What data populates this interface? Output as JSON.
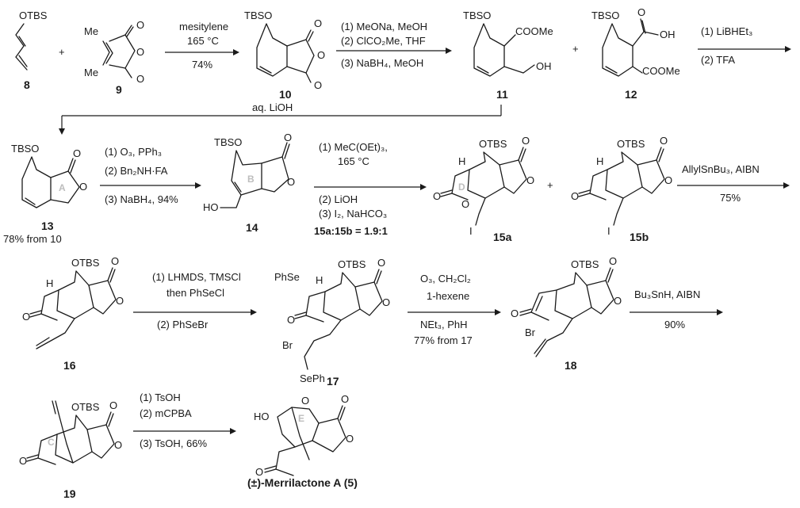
{
  "compounds": {
    "c8": "8",
    "c9": "9",
    "c10": "10",
    "c11": "11",
    "c12": "12",
    "c13": "13",
    "c13_yield": "78% from 10",
    "c14": "14",
    "c15a": "15a",
    "c15b": "15b",
    "c15_ratio": "15a:15b = 1.9:1",
    "c16": "16",
    "c17": "17",
    "c18": "18",
    "c19": "19",
    "c5": "(±)-Merrilactone A (5)"
  },
  "atoms": {
    "OTBS": "OTBS",
    "TBSO": "TBSO",
    "Me": "Me",
    "O": "O",
    "OH": "OH",
    "HO": "HO",
    "COOMe": "COOMe",
    "H": "H",
    "I": "I",
    "Br": "Br",
    "PhSe": "PhSe",
    "SePh": "SePh",
    "plus": "+"
  },
  "rings": {
    "A": "A",
    "B": "B",
    "D": "D",
    "C": "C",
    "E": "E"
  },
  "conditions": {
    "step1": [
      "mesitylene",
      "165 °C",
      "74%"
    ],
    "step2": [
      "(1) MeONa, MeOH",
      "(2) ClCO₂Me, THF",
      "(3) NaBH₄, MeOH"
    ],
    "step3": [
      "(1) LiBHEt₃",
      "(2) TFA"
    ],
    "step3b": "aq. LiOH",
    "step4": [
      "(1) O₃, PPh₃",
      "(2) Bn₂NH·FA",
      "(3) NaBH₄, 94%"
    ],
    "step5": [
      "(1) MeC(OEt)₃,",
      "165 °C",
      "(2) LiOH",
      "(3) I₂, NaHCO₃"
    ],
    "step6": [
      "AllylSnBu₃, AIBN",
      "75%"
    ],
    "step7": [
      "(1) LHMDS, TMSCl",
      "then PhSeCl",
      "(2) PhSeBr"
    ],
    "step8": [
      "O₃, CH₂Cl₂",
      "1-hexene",
      "NEt₃, PhH",
      "77% from 17"
    ],
    "step9": [
      "Bu₃SnH, AIBN",
      "90%"
    ],
    "step10": [
      "(1) TsOH",
      "(2) mCPBA",
      "(3) TsOH, 66%"
    ]
  }
}
